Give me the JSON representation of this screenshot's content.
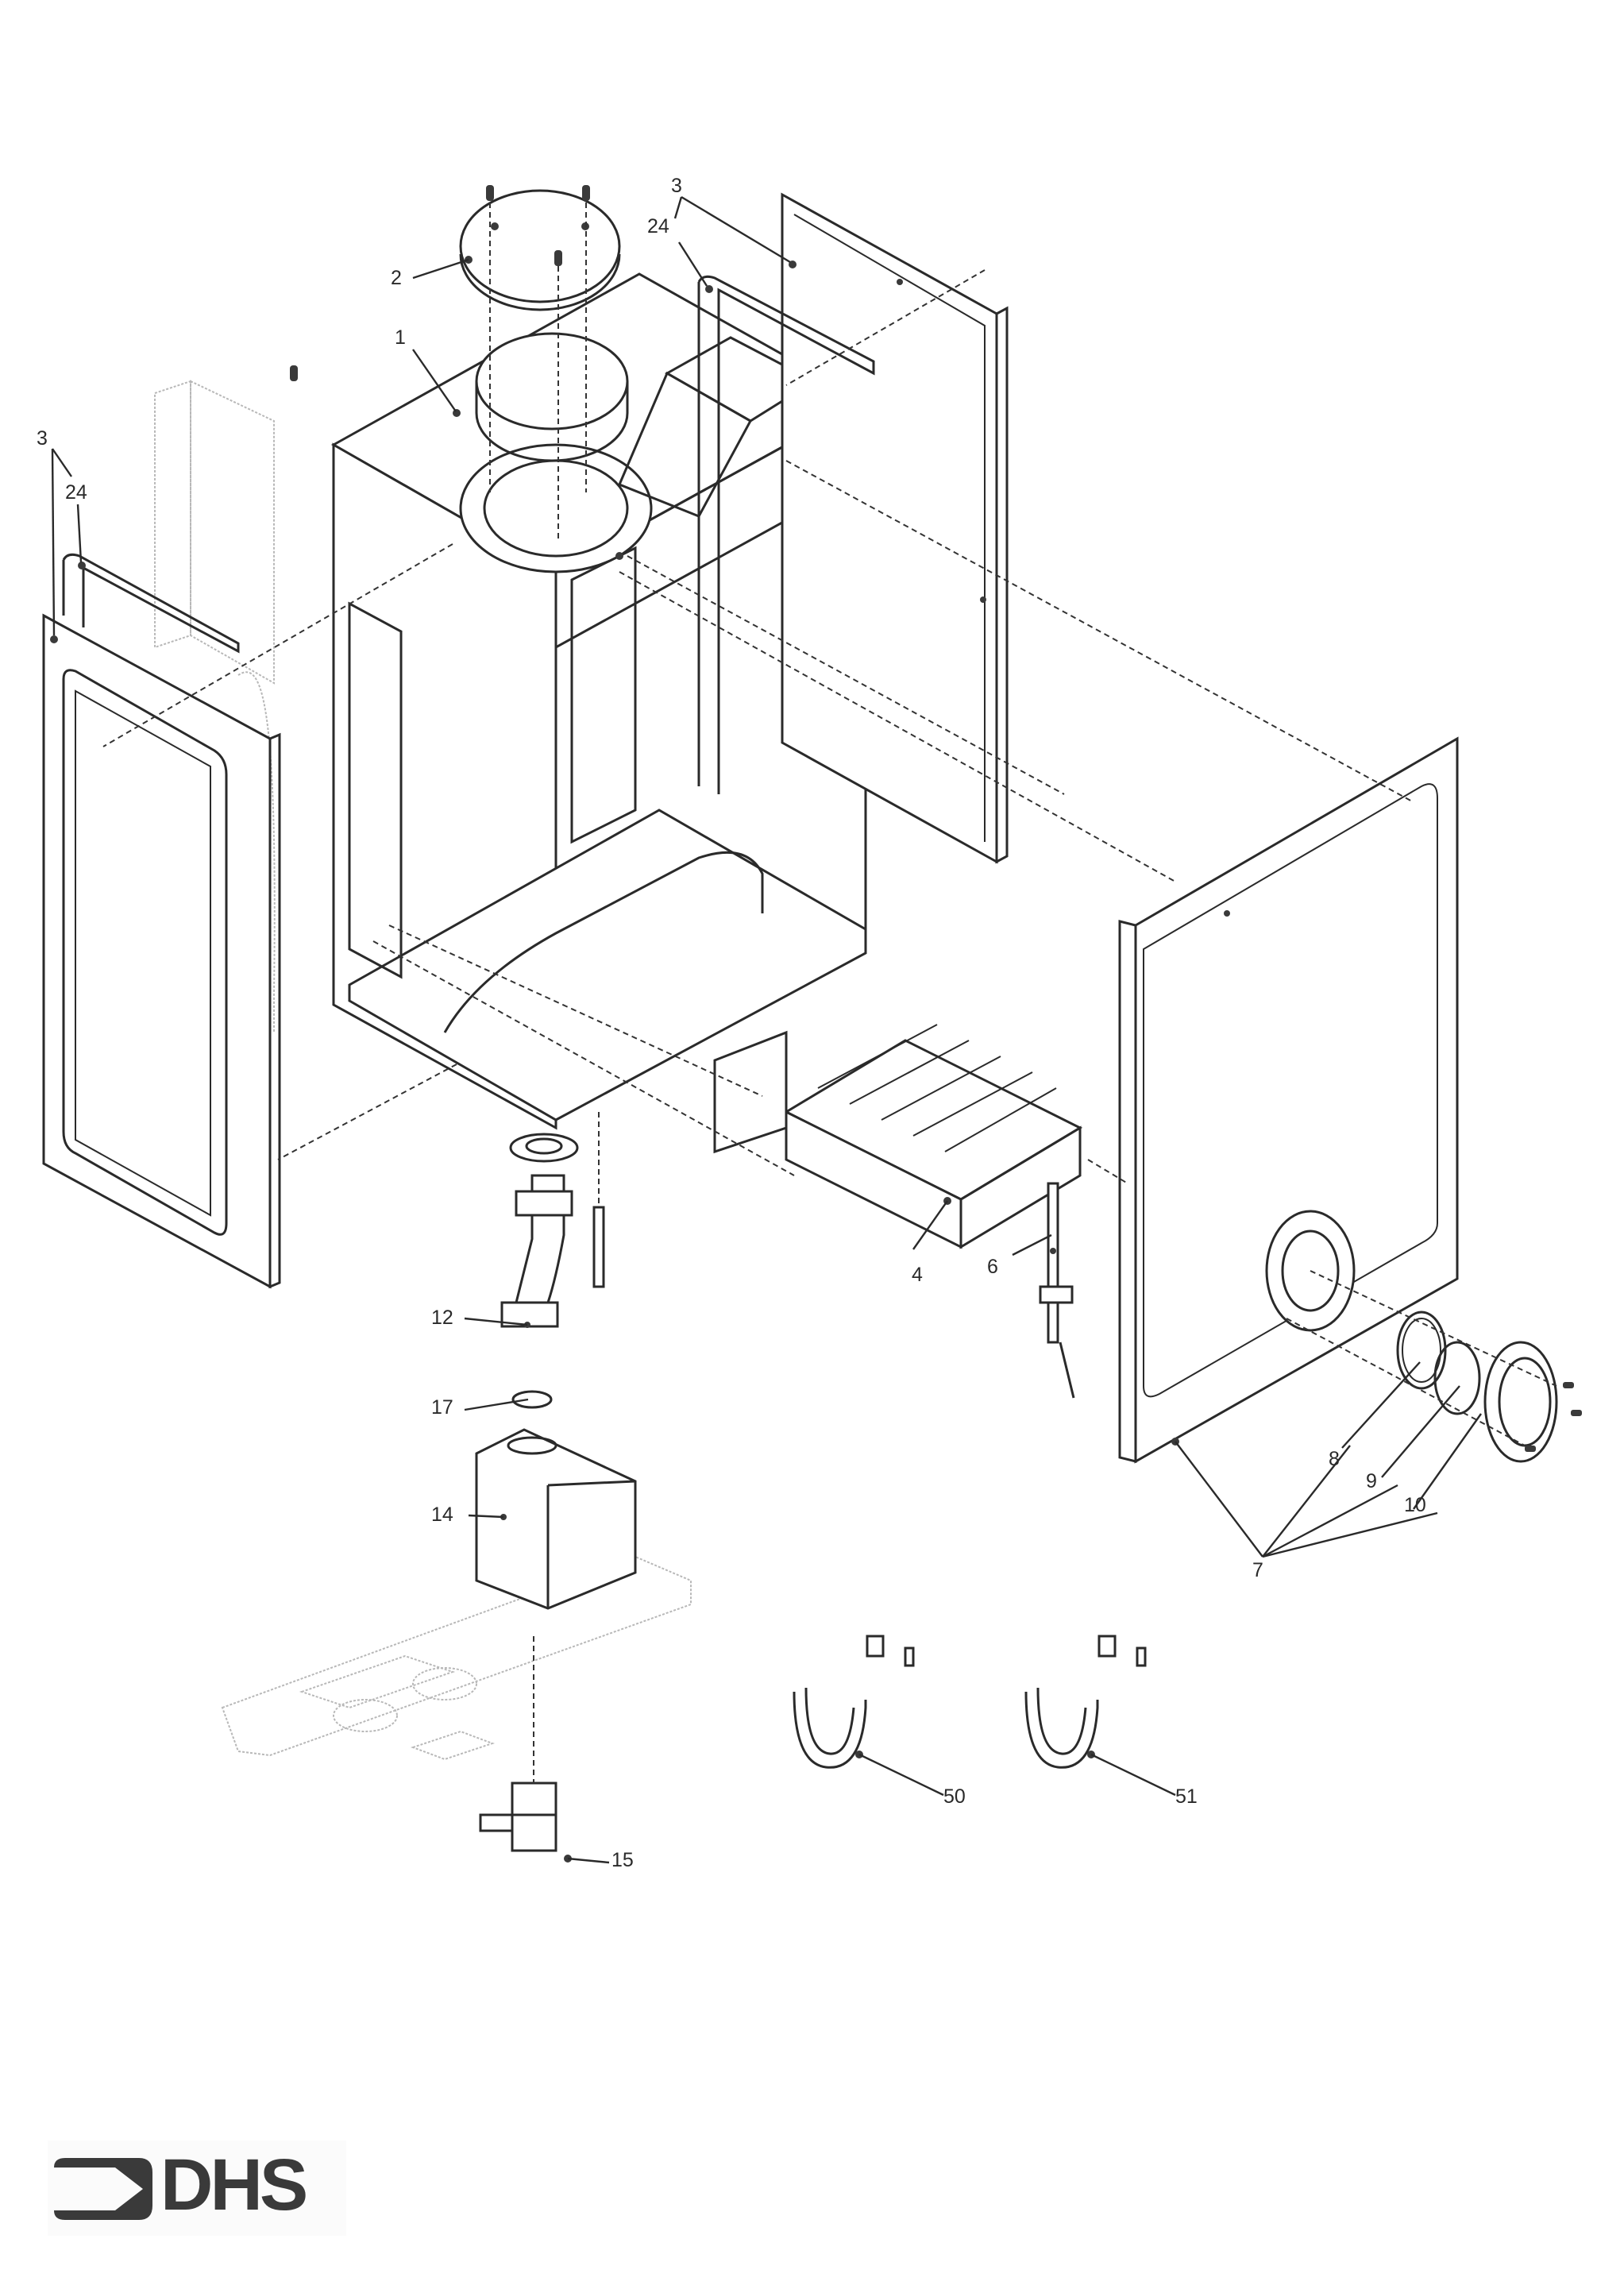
{
  "document": {
    "type": "exploded parts diagram",
    "subject": "gas water heater / boiler casing assembly"
  },
  "callouts": [
    {
      "id": "label-1",
      "text": "1",
      "part": "casing frame"
    },
    {
      "id": "label-2",
      "text": "2",
      "part": "flue cover plate"
    },
    {
      "id": "label-3-left",
      "text": "3",
      "part": "side panel (left)"
    },
    {
      "id": "label-24-left",
      "text": "24",
      "part": "panel seal (left)"
    },
    {
      "id": "label-3-right",
      "text": "3",
      "part": "side panel (right)"
    },
    {
      "id": "label-24-right",
      "text": "24",
      "part": "panel seal (right)"
    },
    {
      "id": "label-4",
      "text": "4",
      "part": "burner assembly"
    },
    {
      "id": "label-6",
      "text": "6",
      "part": "electrode"
    },
    {
      "id": "label-7",
      "text": "7",
      "part": "front panel kit"
    },
    {
      "id": "label-8",
      "text": "8",
      "part": "viewing window seal"
    },
    {
      "id": "label-9",
      "text": "9",
      "part": "viewing window glass"
    },
    {
      "id": "label-10",
      "text": "10",
      "part": "window retaining ring"
    },
    {
      "id": "label-12",
      "text": "12",
      "part": "gas pipe elbow"
    },
    {
      "id": "label-14",
      "text": "14",
      "part": "gas valve"
    },
    {
      "id": "label-15",
      "text": "15",
      "part": "gas inlet cock"
    },
    {
      "id": "label-17",
      "text": "17",
      "part": "sealing washer"
    },
    {
      "id": "label-50",
      "text": "50",
      "part": "wiring harness"
    },
    {
      "id": "label-51",
      "text": "51",
      "part": "wiring harness"
    }
  ],
  "logo": {
    "text": "DHS",
    "icon": "arrow-right-icon"
  }
}
